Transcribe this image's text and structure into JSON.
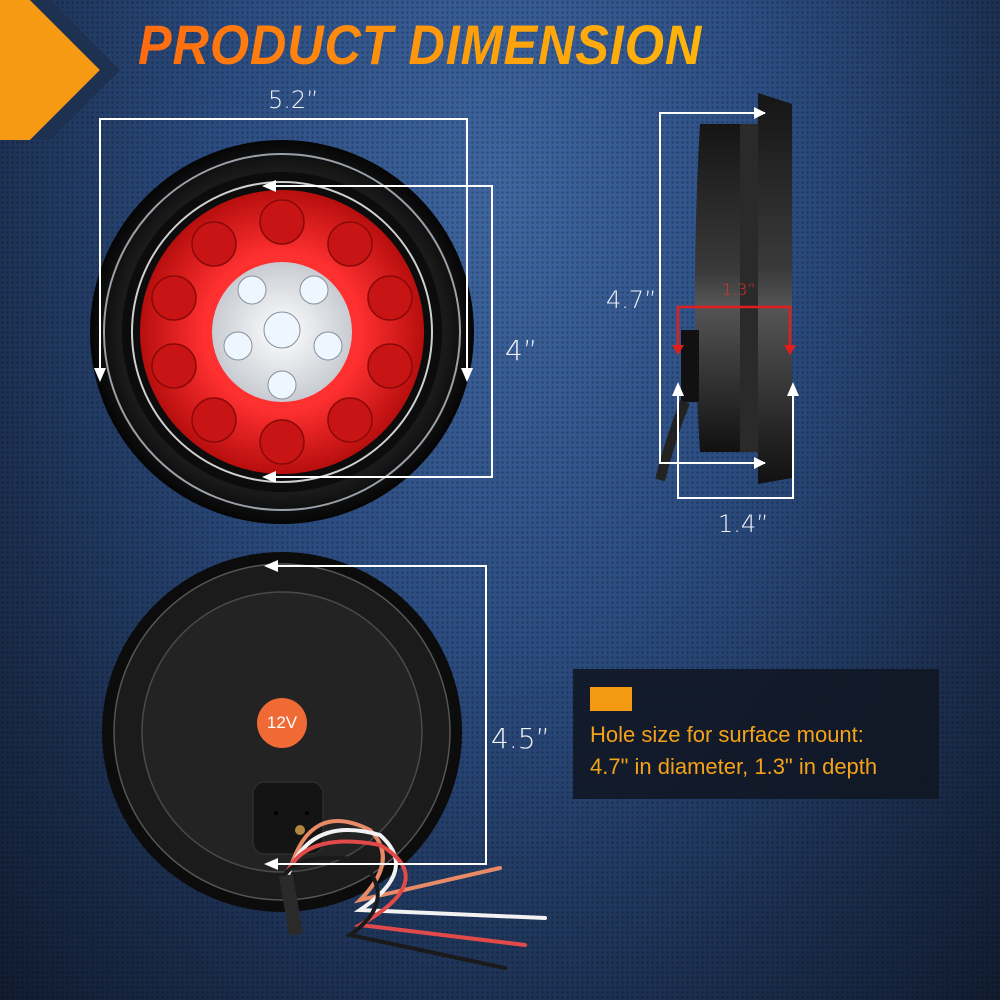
{
  "title": "PRODUCT DIMENSION",
  "colors": {
    "accent": "#ff8a10",
    "note_text": "#f3a21a",
    "badge": "#f06a35",
    "lens_red": "#d61a1a"
  },
  "front_view": {
    "width_label": "5.2”",
    "height_label": "4”"
  },
  "side_view": {
    "height_label": "4.7”",
    "depth_label": "1.3”",
    "total_depth_label": "1.4”"
  },
  "back_view": {
    "height_label": "4.5”",
    "voltage_badge": "12V"
  },
  "note": {
    "line1": "Hole size for surface mount:",
    "line2": "4.7\" in diameter, 1.3\" in depth"
  }
}
